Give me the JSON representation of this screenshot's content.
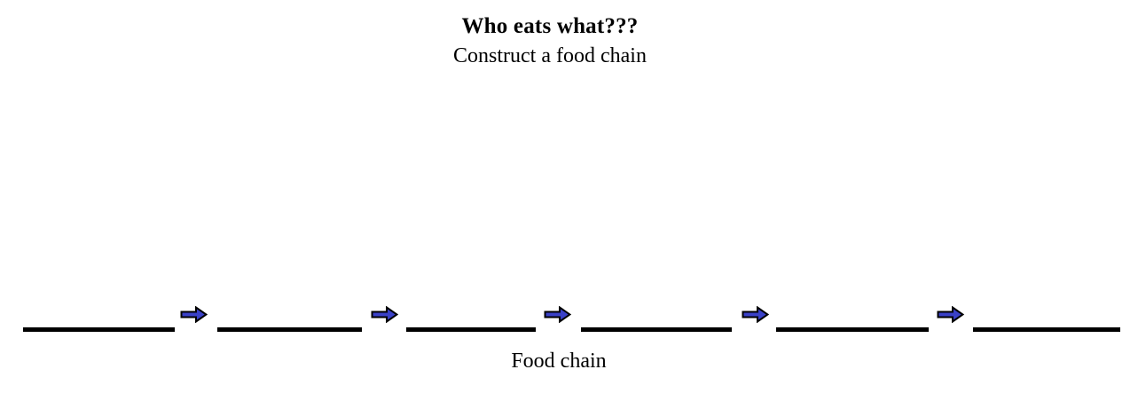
{
  "page": {
    "title": "Who eats what???",
    "subtitle": "Construct a food chain"
  },
  "food_chain": {
    "label": "Food chain",
    "blank_count": 6,
    "blanks": [
      "",
      "",
      "",
      "",
      "",
      ""
    ],
    "arrow_count": 5,
    "arrow_icon": "right-block-arrow-icon",
    "colors": {
      "arrow_fill": "#3A41C8",
      "arrow_outline": "#000000",
      "blank_line": "#000000",
      "text": "#000000",
      "background": "#FFFFFF"
    }
  }
}
